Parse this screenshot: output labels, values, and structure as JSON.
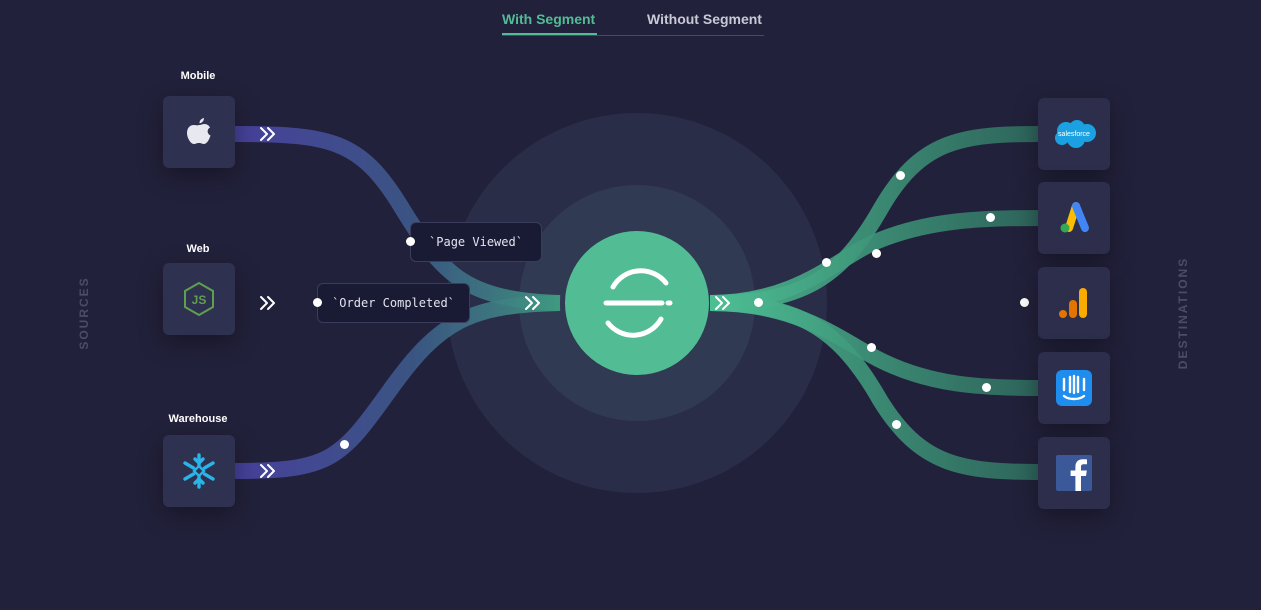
{
  "tabs": {
    "with_segment": "With Segment",
    "without_segment": "Without Segment"
  },
  "labels": {
    "sources": "SOURCES",
    "destinations": "DESTINATIONS"
  },
  "sources": [
    {
      "title": "Mobile",
      "icon": "apple-icon"
    },
    {
      "title": "Web",
      "icon": "nodejs-icon"
    },
    {
      "title": "Warehouse",
      "icon": "snowflake-icon"
    }
  ],
  "events": {
    "page_viewed": "`Page Viewed`",
    "order_completed": "`Order Completed`"
  },
  "hub": {
    "icon": "segment-logo-icon"
  },
  "destinations": [
    {
      "icon": "salesforce-icon",
      "text": "salesforce"
    },
    {
      "icon": "google-ads-icon"
    },
    {
      "icon": "google-analytics-icon"
    },
    {
      "icon": "intercom-icon"
    },
    {
      "icon": "facebook-icon"
    }
  ],
  "colors": {
    "background": "#22213b",
    "accent_green": "#52bd94",
    "source_purple": "#4e46a0",
    "dest_green": "#3f8f77",
    "salesforce_blue": "#1ba1e2",
    "google_blue": "#4285f4",
    "google_yellow": "#fbbc04",
    "google_green": "#34a853",
    "analytics_orange": "#f9ab00",
    "intercom_blue": "#1f8ded",
    "facebook_blue": "#3b5998"
  }
}
